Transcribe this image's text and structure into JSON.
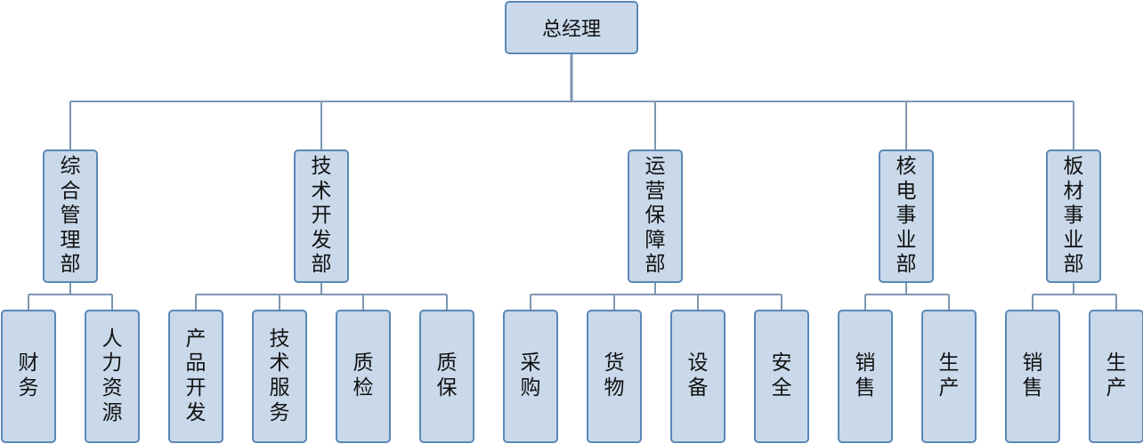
{
  "root": {
    "name": "总经理"
  },
  "departments": [
    {
      "name": "综合管理部",
      "units": [
        "财务",
        "人力资源"
      ]
    },
    {
      "name": "技术开发部",
      "units": [
        "产品开发",
        "技术服务",
        "质检",
        "质保"
      ]
    },
    {
      "name": "运营保障部",
      "units": [
        "采购",
        "货物",
        "设备",
        "安全"
      ]
    },
    {
      "name": "核电事业部",
      "units": [
        "销售",
        "生产"
      ]
    },
    {
      "name": "板材事业部",
      "units": [
        "销售",
        "生产"
      ]
    }
  ],
  "colors": {
    "box_fill": "#c9d9ea",
    "box_border": "#5b87b8",
    "connector": "#7d97b0"
  }
}
